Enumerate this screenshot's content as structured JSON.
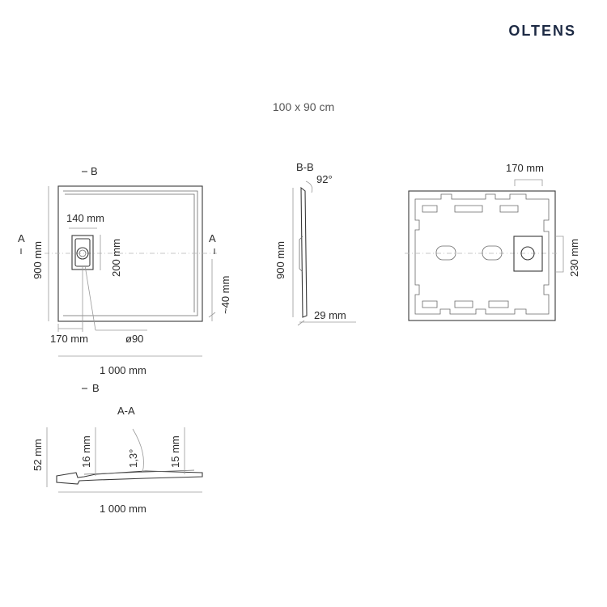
{
  "brand": "OLTENS",
  "subtitle": "100 x 90 cm",
  "top_view": {
    "section_b": "B",
    "section_a_left": "A",
    "section_a_right": "A",
    "height": "900 mm",
    "drain_width": "140 mm",
    "drain_height": "200 mm",
    "drain_offset": "170 mm",
    "drain_diameter": "ø90",
    "width": "1 000 mm",
    "thickness": "~40 mm"
  },
  "side_view": {
    "title": "B-B",
    "angle": "92°",
    "height": "900 mm",
    "thickness": "29 mm"
  },
  "bottom_view": {
    "drain_offset": "170 mm",
    "drain_position": "230 mm"
  },
  "section_view": {
    "section_b": "B",
    "title": "A-A",
    "height": "52 mm",
    "edge_left": "16 mm",
    "slope": "1,3°",
    "edge_right": "15 mm",
    "width": "1 000 mm"
  }
}
